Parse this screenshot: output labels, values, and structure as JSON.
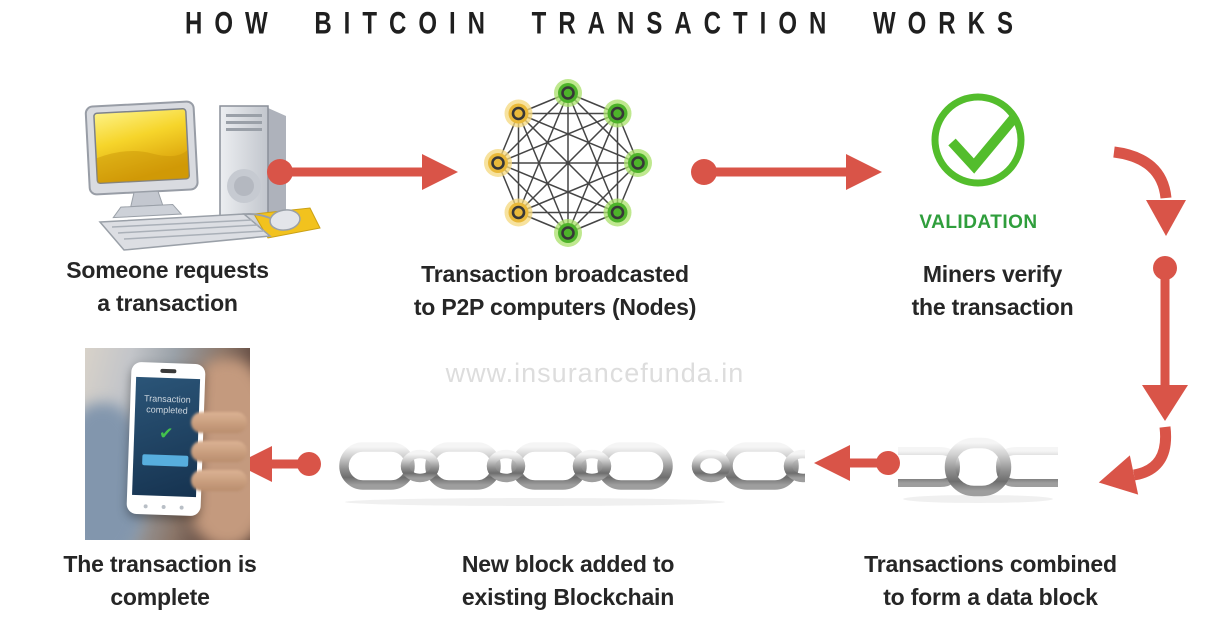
{
  "title": "HOW BITCOIN TRANSACTION WORKS",
  "watermark": "www.insurancefunda.in",
  "validation": {
    "label": "VALIDATION"
  },
  "steps": {
    "request": {
      "line1": "Someone requests",
      "line2": "a transaction"
    },
    "broadcast": {
      "line1": "Transaction broadcasted",
      "line2": "to P2P computers (Nodes)"
    },
    "verify": {
      "line1": "Miners verify",
      "line2": "the transaction"
    },
    "combine": {
      "line1": "Transactions combined",
      "line2": "to form a data block"
    },
    "add_block": {
      "line1": "New block added to",
      "line2": "existing Blockchain"
    },
    "complete": {
      "line1": "The transaction is",
      "line2": "complete"
    }
  },
  "phone_screen": {
    "line1": "Transaction",
    "line2": "completed"
  },
  "network": {
    "node_count": 8,
    "node_colors": [
      "green",
      "green",
      "green",
      "green",
      "green",
      "yellow",
      "yellow",
      "yellow"
    ],
    "topology": "fully-connected"
  },
  "colors": {
    "arrow_red": "#d95448",
    "label_text": "#262626",
    "validation_green": "#53bd2c",
    "validation_text_green": "#2f9e3c",
    "node_green": "#4db32a",
    "node_yellow": "#e9b93a",
    "watermark_gray": "#dddddd",
    "chain_metal": "#8c8c8c",
    "screen_yellow": "#f3c515"
  }
}
